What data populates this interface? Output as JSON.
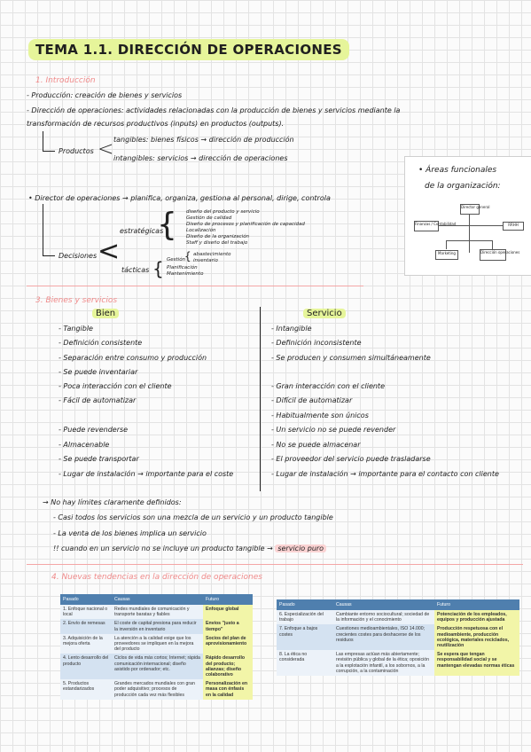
{
  "title": "TEMA 1.1. DIRECCIÓN DE OPERACIONES",
  "sec1": {
    "heading": "1. Introducción",
    "produccion": "- Producción: creación de bienes y servicios",
    "direccion_l1": "- Dirección de operaciones: actividades relacionadas con la producción de bienes y servicios mediante la",
    "direccion_l2": "transformación de recursos productivos (inputs) en productos (outputs).",
    "productos": "Productos",
    "tangibles": "tangibles: bienes físicos → dirección de producción",
    "intangibles": "intangibles: servicios → dirección de operaciones",
    "director": "• Director de operaciones → planifica, organiza, gestiona al personal, dirige, controla",
    "decisiones": "Decisiones",
    "estrategicas": "estratégicas",
    "tacticas": "tácticas",
    "estr_items": [
      "diseño del producto y servicio",
      "Gestión de calidad",
      "Diseño de procesos y planificación de capacidad",
      "Localización",
      "Diseño de la organización",
      "Staff y diseño del trabajo"
    ],
    "tact_items": [
      "Gestión",
      "abastecimiento",
      "inventario",
      "Planificación",
      "Mantenimiento"
    ]
  },
  "org": {
    "title_l1": "• Áreas funcionales",
    "title_l2": "de la organización:",
    "boxes": {
      "top": "Director general",
      "left": "Finanzas / Contabilidad",
      "right": "RRHH",
      "bl": "Marketing",
      "br": "Dirección operaciones"
    }
  },
  "sec3": {
    "heading": "3. Bienes y servicios",
    "bien_head": "Bien",
    "serv_head": "Servicio",
    "bien": [
      "- Tangible",
      "- Definición consistente",
      "- Separación entre consumo y producción",
      "- Se puede inventariar",
      "- Poca interacción con el cliente",
      "- Fácil de automatizar",
      "- Puede revenderse",
      "- Almacenable",
      "- Se puede transportar",
      "- Lugar de instalación → importante para el coste"
    ],
    "serv": [
      "- Intangible",
      "- Definición inconsistente",
      "- Se producen y consumen simultáneamente",
      "- Gran interacción con el cliente",
      "- Difícil de automatizar",
      "- Habitualmente son únicos",
      "- Un servicio no se puede revender",
      "- No se puede almacenar",
      "- El proveedor del servicio puede trasladarse",
      "- Lugar de instalación → importante para el contacto con cliente"
    ],
    "nolimits": "→ No hay límites claramente definidos:",
    "note1": "- Casi todos los servicios son una mezcla de un servicio y un producto tangible",
    "note2": "- La venta de los bienes implica un servicio",
    "note3_pre": "!! cuando en un servicio no se incluye un producto tangible →",
    "note3_hl": "servicio puro"
  },
  "sec4": {
    "heading": "4. Nuevas tendencias en la dirección de operaciones",
    "headers": [
      "Pasado",
      "Causas",
      "Futuro"
    ],
    "table1": [
      [
        "1. Enfoque nacional o local",
        "Redes mundiales de comunicación y transporte baratas y fiables",
        "Enfoque global"
      ],
      [
        "2. Envío de remesas",
        "El coste de capital presiona para reducir la inversión en inventario",
        "Envíos \"justo a tiempo\""
      ],
      [
        "3. Adquisición de la mejora oferta",
        "La atención a la calidad exige que los proveedores se impliquen en la mejora del producto",
        "Socios del plan de aprovisionamiento"
      ],
      [
        "4. Lento desarrollo del producto",
        "Ciclos de vida más cortos; Internet; rápida comunicación internacional; diseño asistido por ordenador; etc.",
        "Rápido desarrollo del producto; alianzas; diseño colaborativo"
      ],
      [
        "5. Productos estandarizados",
        "Grandes mercados mundiales con gran poder adquisitivo; procesos de producción cada vez más flexibles",
        "Personalización en masa con énfasis en la calidad"
      ]
    ],
    "table2": [
      [
        "6. Especialización del trabajo",
        "Cambiante entorno sociocultural; sociedad de la información y el conocimiento",
        "Potenciación de los empleados, equipos y producción ajustada"
      ],
      [
        "7. Enfoque a bajos costes",
        "Cuestiones medioambientales, ISO 14.000; crecientes costes para deshacerse de los residuos",
        "Producción respetuosa con el medioambiente, producción ecológica, materiales reciclados, reutilización"
      ],
      [
        "8. La ética no considerada",
        "Las empresas actúan más abiertamente; revisión pública y global de la ética; oposición a la explotación infantil, a los sobornos, a la corrupción, a la contaminación",
        "Se espera que tengan responsabilidad social y se mantengan elevadas normas éticas"
      ]
    ]
  }
}
